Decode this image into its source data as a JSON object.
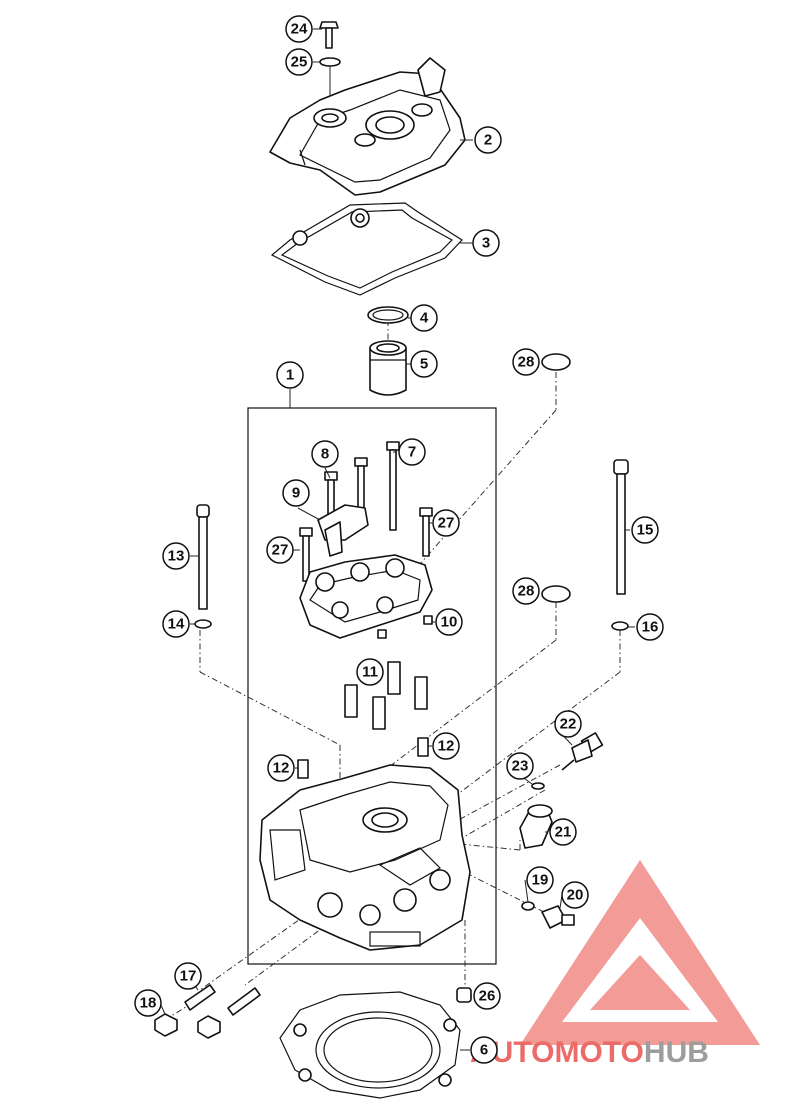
{
  "callouts": [
    "24",
    "25",
    "2",
    "3",
    "4",
    "5",
    "28",
    "1",
    "8",
    "7",
    "9",
    "27",
    "13",
    "15",
    "14",
    "10",
    "16",
    "28",
    "27",
    "11",
    "12",
    "12",
    "22",
    "23",
    "21",
    "19",
    "20",
    "17",
    "18",
    "26",
    "6"
  ],
  "watermark": {
    "part1": "AUTOMOTO",
    "part2": "HUB",
    "color_primary": "#e8524f",
    "color_secondary": "#8c8c8c"
  }
}
